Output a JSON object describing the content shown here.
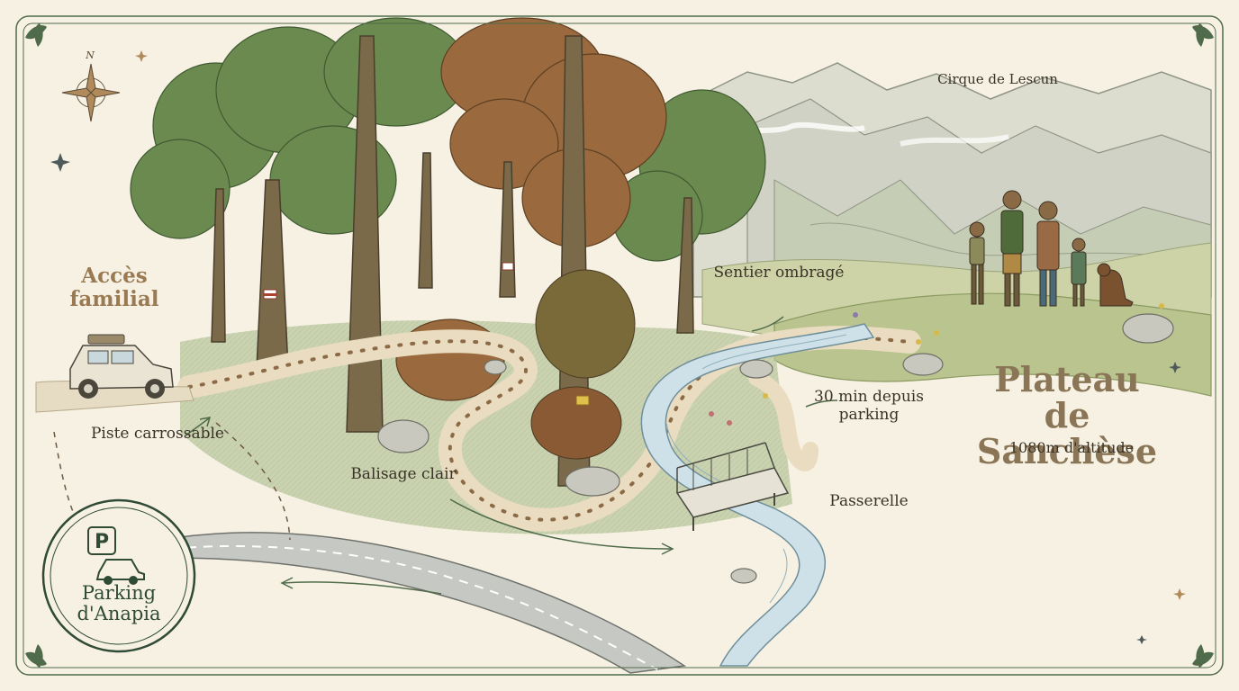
{
  "map": {
    "compass_label": "N",
    "labels": {
      "access": "Accès familial",
      "road": "Piste carrossable",
      "trail_marking": "Balisage clair",
      "shaded_trail": "Sentier ombragé",
      "walk_time": "30 min depuis parking",
      "footbridge": "Passerelle",
      "cirque": "Cirque de Lescun",
      "destination": "Plateau de Sanchèse",
      "altitude": "1080m d'altitude",
      "parking": "Parking d'Anapia",
      "parking_sign": "P"
    },
    "colors": {
      "paper": "#f6f1e3",
      "frame": "#4f6b4a",
      "trail": "#e9dcc0",
      "trail_dots": "#8b6a45",
      "river": "#cfe1e8",
      "tree_green": "#5a7a45",
      "tree_autumn": "#9a6a3e",
      "mountains": "#cfd2c4",
      "meadow": "#b9c48e",
      "text_accent": "#9a7a52"
    },
    "icons": [
      "compass-rose-icon",
      "car-icon",
      "parking-sign-icon",
      "family-hikers-icon",
      "dog-icon",
      "footbridge-icon",
      "leaf-ornament-icon",
      "sparkle-icon"
    ]
  }
}
